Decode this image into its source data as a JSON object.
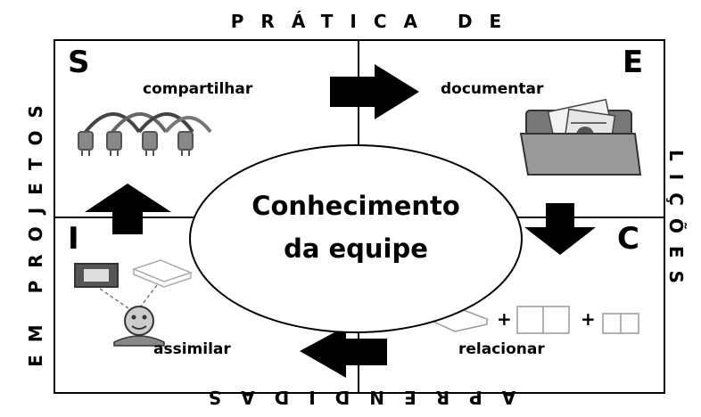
{
  "borders": {
    "top": "PRÁTICA DE",
    "bottom": "APRENDIDAS",
    "left": "EM PROJETOS",
    "right": "LIÇÕES"
  },
  "center": {
    "line1": "Conhecimento",
    "line2": "da equipe"
  },
  "quadrants": {
    "s": {
      "letter": "S",
      "label": "compartilhar",
      "icon": "plugs-network-icon"
    },
    "e": {
      "letter": "E",
      "label": "documentar",
      "icon": "folder-documents-icon"
    },
    "c": {
      "letter": "C",
      "label": "relacionar",
      "icon": "books-combine-icon",
      "plus": "+"
    },
    "i": {
      "letter": "I",
      "label": "assimilar",
      "icon": "person-learning-icon"
    }
  }
}
